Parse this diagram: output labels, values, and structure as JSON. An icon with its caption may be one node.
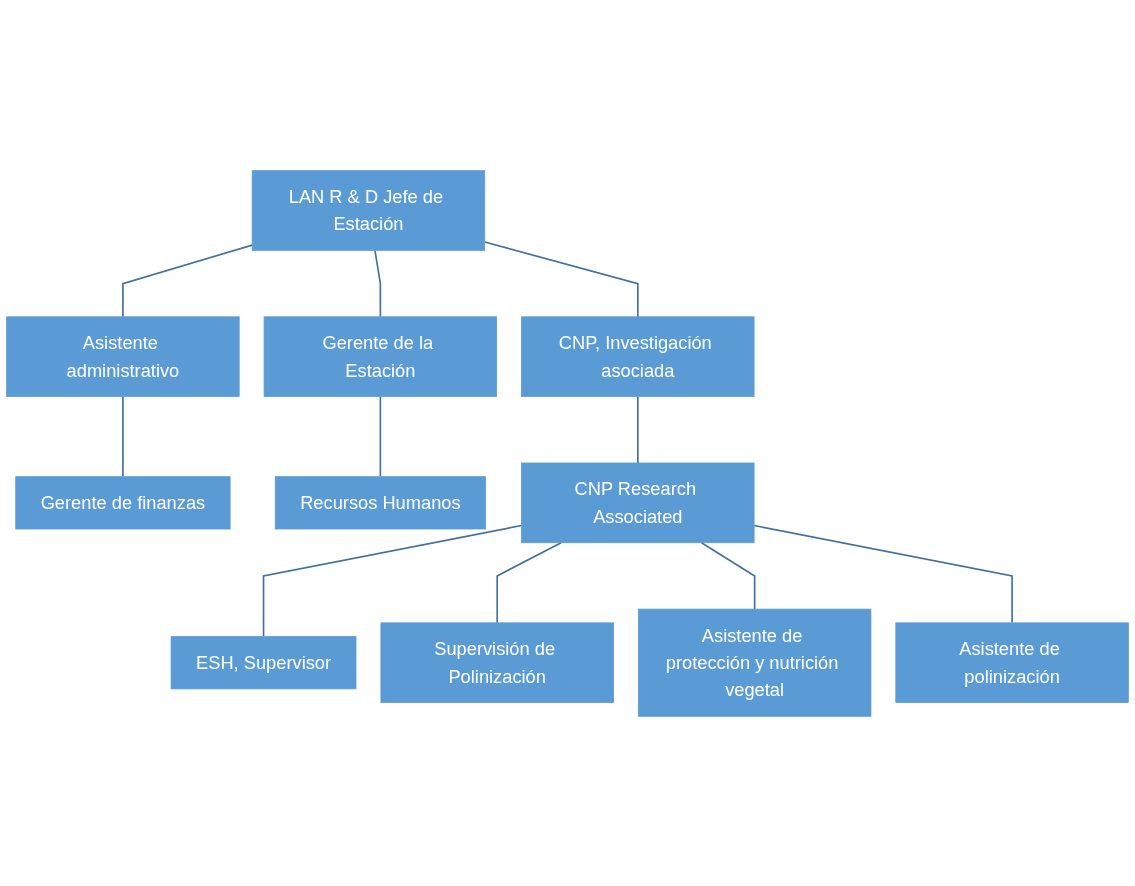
{
  "diagram": {
    "nodes": [
      {
        "text": [
          "LAN R & D Jefe de Estación"
        ]
      },
      {
        "text": [
          "Asistente administrativo"
        ]
      },
      {
        "text": [
          "Gerente de la Estación"
        ]
      },
      {
        "text": [
          "CNP, Investigación asociada"
        ]
      },
      {
        "text": [
          "Gerente de finanzas"
        ]
      },
      {
        "text": [
          "Recursos Humanos"
        ]
      },
      {
        "text": [
          "CNP Research Associated"
        ]
      },
      {
        "text": [
          "ESH, Supervisor"
        ]
      },
      {
        "text": [
          "Supervisión de Polinización"
        ]
      },
      {
        "text": [
          "Asistente de protección y nutrición vegetal"
        ]
      },
      {
        "text": [
          "Asistente de polinización"
        ]
      }
    ],
    "edges": [
      {
        "from": 0,
        "to": 1,
        "arrow": "none"
      },
      {
        "from": 0,
        "to": 2,
        "arrow": "none"
      },
      {
        "from": 0,
        "to": 3,
        "arrow": "none"
      },
      {
        "from": 1,
        "to": 4,
        "arrow": "none"
      },
      {
        "from": 2,
        "to": 5,
        "arrow": "none"
      },
      {
        "from": 3,
        "to": 6,
        "arrow": "none"
      },
      {
        "from": 6,
        "to": 7,
        "arrow": "none"
      },
      {
        "from": 6,
        "to": 8,
        "arrow": "none"
      },
      {
        "from": 6,
        "to": 9,
        "arrow": "none"
      },
      {
        "from": 6,
        "to": 10,
        "arrow": "none"
      }
    ]
  }
}
